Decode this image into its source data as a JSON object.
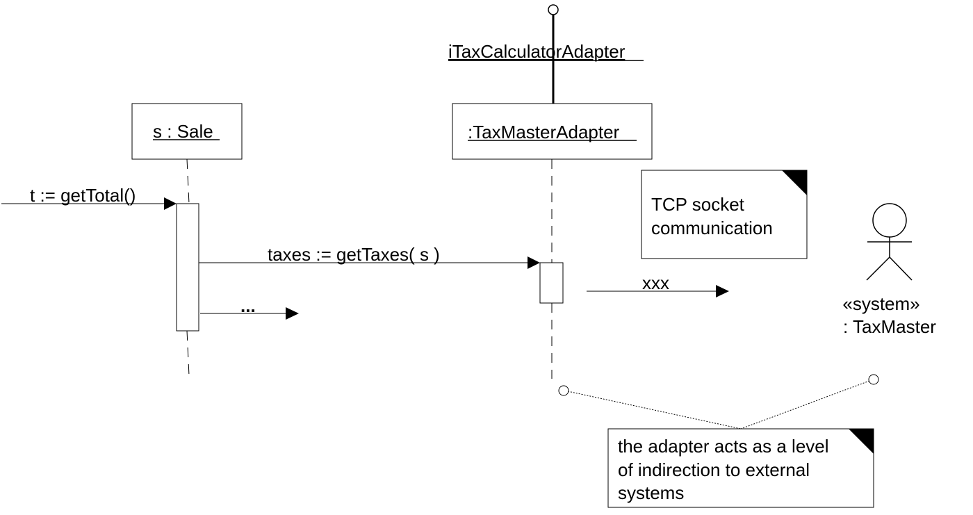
{
  "interface": {
    "name": "iTaxCalculatorAdapter"
  },
  "lifelines": {
    "sale": {
      "label": "s : Sale"
    },
    "adapter": {
      "label": ":TaxMasterAdapter"
    },
    "actor": {
      "stereotype": "«system»",
      "label": ": TaxMaster"
    }
  },
  "messages": {
    "get_total": "t := getTotal()",
    "get_taxes": "taxes := getTaxes( s )",
    "ellipsis": "...",
    "xxx": "xxx"
  },
  "notes": {
    "tcp": {
      "line1": "TCP socket",
      "line2": "communication"
    },
    "indirection": {
      "line1": "the adapter acts as a level",
      "line2": "of indirection to external",
      "line3": "systems"
    }
  },
  "colors": {
    "line": "#000000",
    "background": "#ffffff"
  }
}
